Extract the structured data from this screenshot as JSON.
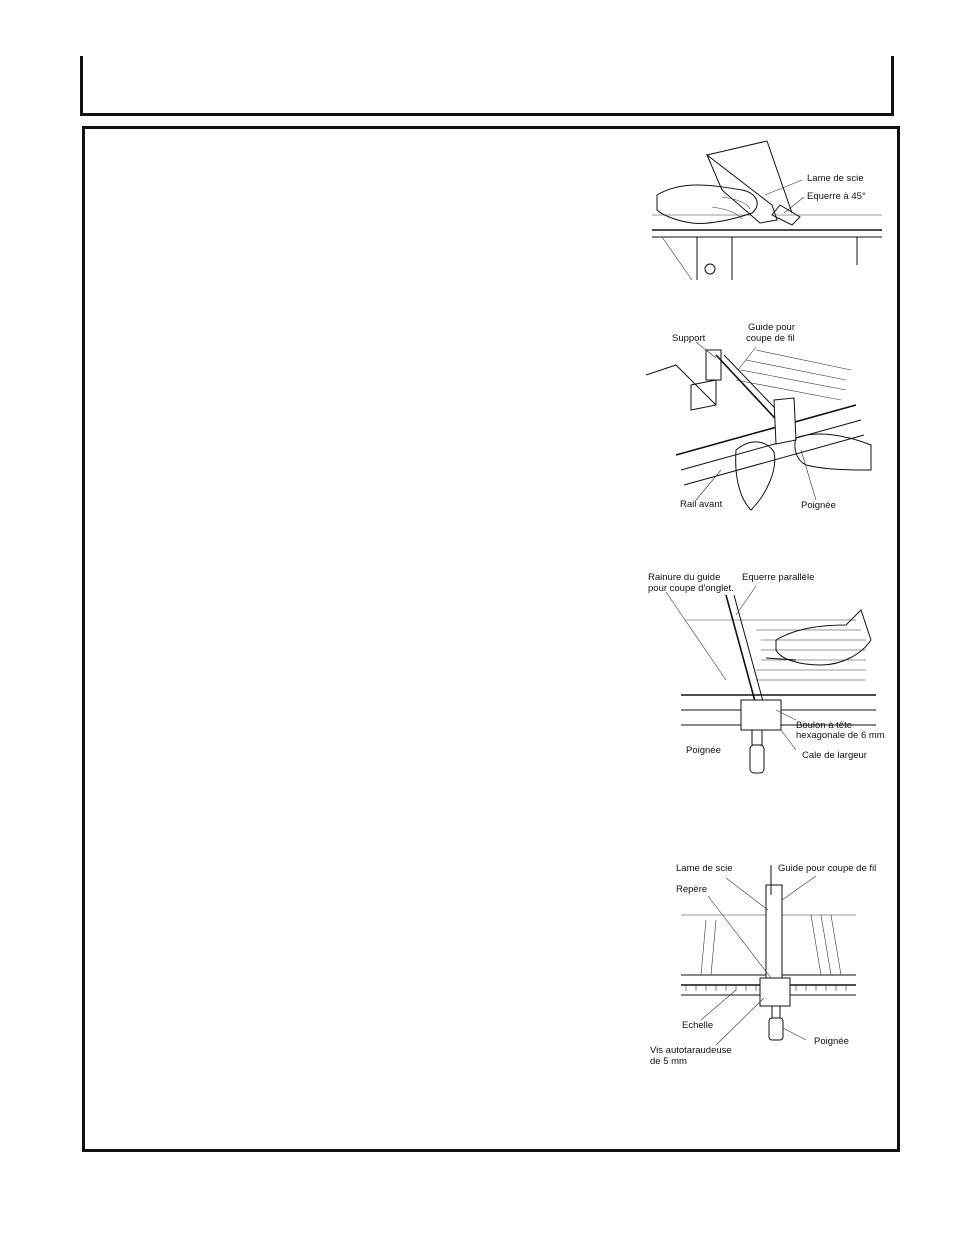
{
  "figures": {
    "fig1": {
      "labels": [
        "Lame de scie",
        "Equerre à 45°"
      ]
    },
    "fig2": {
      "labels": [
        "Support",
        "Guide pour",
        "coupe de fil",
        "Rail avant",
        "Poignée"
      ]
    },
    "fig3": {
      "labels": [
        "Rainure du guide",
        "pour coupe d'onglet.",
        "Equerre parallèle",
        "Boulon à tête",
        "hexagonale de 6 mm",
        "Cale de largeur",
        "Poignée"
      ]
    },
    "fig4": {
      "labels": [
        "Lame de scie",
        "Guide pour coupe de fil",
        "Repère",
        "Echelle",
        "Poignée",
        "Vis autotaraudeuse",
        "de 5 mm"
      ]
    }
  }
}
